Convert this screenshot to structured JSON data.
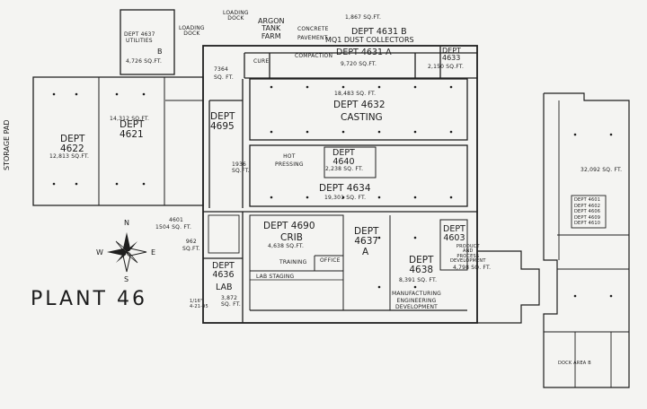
{
  "plant_title": "PLANT 46",
  "storage_pad": "STORAGE PAD",
  "loading_dock_top": "LOADING\nDOCK",
  "loading_dock_left": "LOADING\nDOCK",
  "argon_tank_farm": "ARGON\nTANK\nFARM",
  "concrete_pavement": "CONCRETE\nPAVEMENT",
  "dust_collectors": "MQ1  DUST COLLECTORS",
  "top_sqft": "1,867 SQ.FT.",
  "dept_4637b": {
    "name": "DEPT 4637",
    "sub": "UTILITIES",
    "letter": "B",
    "area": "4,726 SQ.FT."
  },
  "dept_4631b": {
    "name": "DEPT 4631 B"
  },
  "dept_4631a": {
    "name": "DEPT 4631 A",
    "area": "9,720 SQ.FT."
  },
  "dept_4633": {
    "name": "DEPT\n4633",
    "area": "2,150 SQ.FT."
  },
  "cure": "CURE",
  "compaction": "COMPACTION",
  "sqft_7364": "7364\nSQ. FT.",
  "dept_4632": {
    "area": "18,483 SQ. FT.",
    "name": "DEPT 4632",
    "sub": "CASTING"
  },
  "dept_4695": {
    "name": "DEPT\n4695"
  },
  "dept_4622": {
    "name": "DEPT\n4622",
    "area": "12,813 SQ.FT."
  },
  "dept_4621": {
    "area": "14,312 SQ.FT.",
    "name": "DEPT\n4621"
  },
  "hot_pressing": "HOT\nPRESSING",
  "dept_4640": {
    "name": "DEPT\n4640",
    "area": "2,238 SQ. FT."
  },
  "dept_4634": {
    "name": "DEPT 4634",
    "area": "19,301 SQ. FT."
  },
  "small_sqft_1936": "1936\nSQ.FT.",
  "dept_4601_small": {
    "name": "4601",
    "area": "1504 SQ. FT."
  },
  "sqft_962": "962\nSQ.FT.",
  "dept_4690": {
    "name": "DEPT 4690",
    "sub": "CRIB",
    "area": "4,638 SQ.FT."
  },
  "training": "TRAINING",
  "office": "OFFICE",
  "lab_staging": "LAB STAGING",
  "dept_4637a": {
    "name": "DEPT\n4637",
    "letter": "A"
  },
  "dept_4638": {
    "name": "DEPT\n4638",
    "area": "8,391 SQ. FT.",
    "note": "MANUFACTURING\nENGINEERING\nDEVELOPMENT"
  },
  "dept_4603": {
    "name": "DEPT\n4603",
    "note": "PRODUCT\nAND\nPROCESS\nDEVELOPMENT",
    "area": "4,798 SQ. FT."
  },
  "dept_4636": {
    "name": "DEPT\n4636",
    "sub": "LAB",
    "area": "3,872\nSQ. FT."
  },
  "scale_note": "1/16\"\n4-21-95",
  "right_bldg_area": "32,092 SQ. FT.",
  "right_depts": [
    "DEPT 4601",
    "DEPT 4602",
    "DEPT 4606",
    "DEPT 4609",
    "DEPT 4610"
  ],
  "right_bottom_label": "DOCK AREA B",
  "compass": {
    "n": "N",
    "s": "S",
    "e": "E",
    "w": "W"
  }
}
